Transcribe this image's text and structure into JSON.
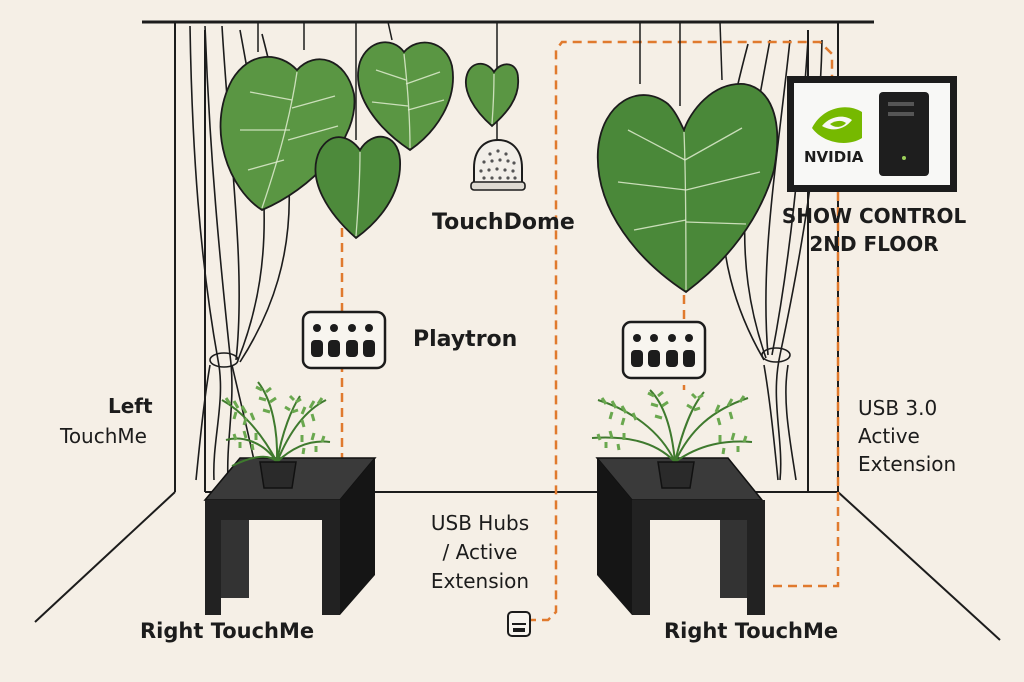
{
  "labels": {
    "touchdome": "TouchDome",
    "show_control_line1": "SHOW CONTROL",
    "show_control_line2": "2ND FLOOR",
    "playtron": "Playtron",
    "left_touchme_line1": "Left",
    "left_touchme_line2": "TouchMe",
    "usb30_line1": "USB 3.0",
    "usb30_line2": "Active",
    "usb30_line3": "Extension",
    "usb_hubs_line1": "USB Hubs",
    "usb_hubs_line2": "/ Active",
    "usb_hubs_line3": "Extension",
    "right_touchme_left": "Right TouchMe",
    "right_touchme_right": "Right TouchMe",
    "nvidia_logo": "NVIDIA"
  },
  "colors": {
    "background": "#f5efe6",
    "line": "#1c1c1c",
    "cable": "#e07a2e",
    "leaf": "#4f8d3c",
    "leaf_dark": "#3d7330",
    "fern": "#5e9a45",
    "table": "#222222",
    "nvidia_green": "#76b900"
  }
}
